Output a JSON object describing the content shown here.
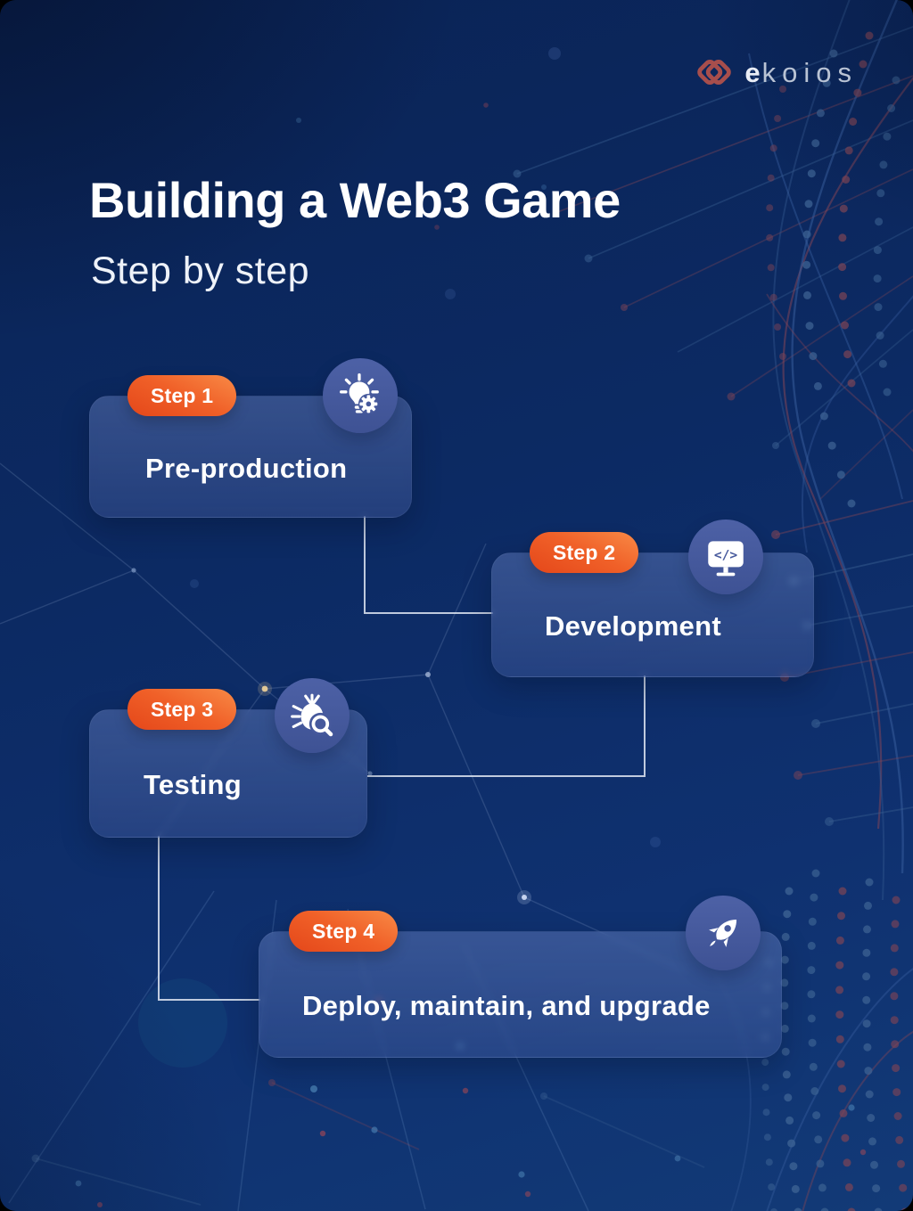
{
  "brand": {
    "logo_text_bold": "e",
    "logo_text_rest": "koios",
    "logo_icon": "ekoios-interlocked-squares-icon"
  },
  "header": {
    "title": "Building a Web3 Game",
    "subtitle": "Step by step"
  },
  "steps": [
    {
      "badge": "Step 1",
      "label": "Pre-production",
      "icon": "lightbulb-gear-icon"
    },
    {
      "badge": "Step 2",
      "label": "Development",
      "icon": "code-monitor-icon"
    },
    {
      "badge": "Step 3",
      "label": "Testing",
      "icon": "bug-magnifier-icon"
    },
    {
      "badge": "Step 4",
      "label": "Deploy, maintain, and upgrade",
      "icon": "rocket-icon"
    }
  ],
  "colors": {
    "background_top": "#0a2355",
    "background_bottom": "#123a77",
    "card_fill": "#35508f",
    "icon_circle_fill": "#46599c",
    "badge_gradient_start": "#f88a46",
    "badge_gradient_end": "#e4471a",
    "connector": "#dfe6f2",
    "brand_red": "#b5524b",
    "strand_blue": "#3c6293",
    "strand_red": "#7d4456"
  }
}
